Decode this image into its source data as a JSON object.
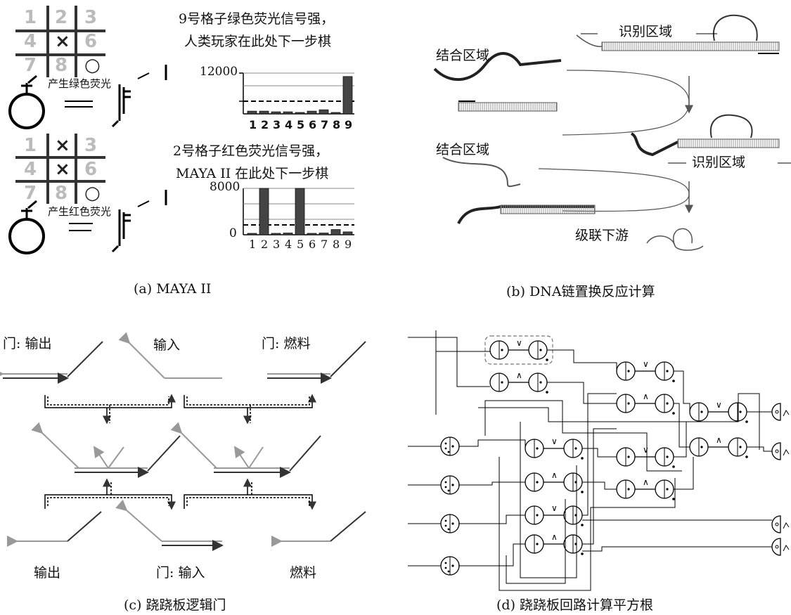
{
  "panel_a": {
    "caption": "(a) MAYA II",
    "board1": {
      "cells": [
        "1",
        "2",
        "3",
        "4",
        "×",
        "6",
        "7",
        "8",
        "○"
      ]
    },
    "board2": {
      "cells": [
        "1",
        "×",
        "3",
        "4",
        "×",
        "6",
        "7",
        "8",
        "○"
      ]
    },
    "text1_line1": "9号格子绿色荧光信号强，",
    "text1_line2": "人类玩家在此处下一步棋",
    "label_green": "产生绿色荧光",
    "text2_line1": "2号格子红色荧光信号强，",
    "text2_line2": "MAYA II 在此处下一步棋",
    "label_red": "产生红色荧光",
    "chart_data": [
      {
        "type": "bar",
        "categories": [
          "1",
          "2",
          "3",
          "4",
          "5",
          "6",
          "7",
          "8",
          "9"
        ],
        "values": [
          800,
          800,
          600,
          600,
          150,
          800,
          1200,
          300,
          11000
        ],
        "yticks": [
          "12000"
        ],
        "ylim": [
          0,
          12000
        ],
        "threshold_dashed": true
      },
      {
        "type": "bar",
        "categories": [
          "1",
          "2",
          "3",
          "4",
          "5",
          "6",
          "7",
          "8",
          "9"
        ],
        "values": [
          100,
          8000,
          100,
          300,
          8000,
          200,
          300,
          900,
          500
        ],
        "yticks": [
          "0",
          "8000"
        ],
        "ylim": [
          0,
          8000
        ],
        "threshold_dashed": true
      }
    ]
  },
  "panel_b": {
    "caption": "(b) DNA链置换反应计算",
    "label_bind1": "结合区域",
    "label_recog1": "识别区域",
    "label_bind2": "结合区域",
    "label_recog2": "识别区域",
    "label_cascade": "级联下游"
  },
  "panel_c": {
    "caption": "(c) 跷跷板逻辑门",
    "label_gate_output": "门: 输出",
    "label_input": "输入",
    "label_gate_fuel": "门: 燃料",
    "label_output": "输出",
    "label_gate_input": "门: 输入",
    "label_fuel": "燃料"
  },
  "panel_d": {
    "caption": "(d) 跷跷板回路计算平方根",
    "ops": [
      "∨",
      "∧"
    ]
  }
}
